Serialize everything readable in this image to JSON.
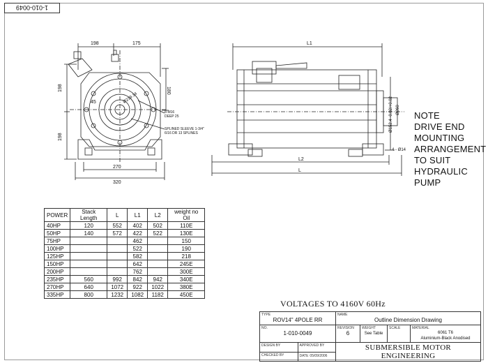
{
  "doc_number_rotated": "1-010-0049",
  "front_view": {
    "dims": {
      "left_width": "198",
      "right_width": "175",
      "height_upper": "198",
      "height_lower": "198",
      "right_height": "180",
      "base_inner": "270",
      "base_outer": "320",
      "shaft_dia": "45",
      "bolt_circle": "Ø219.14"
    },
    "callouts": {
      "tap": "8-M16",
      "depth": "DEEP 25",
      "sleeve": "SPLINED SLEEVE 1-3/4\"",
      "sleeve2": "6/16 DR 13 SPLINES"
    }
  },
  "side_view": {
    "dims": {
      "overall": "L1",
      "mid": "L2",
      "base": "L",
      "flange_small": "Ø152.4 -0.02/+0.02",
      "flange_large": "Ø260",
      "hole": "4 - Ø14"
    }
  },
  "note": [
    "NOTE",
    "DRIVE END",
    "MOUNTING",
    "ARRANGEMENT",
    "TO SUIT",
    "HYDRAULIC",
    "PUMP"
  ],
  "spec_table": {
    "headers": [
      "POWER",
      "Stack Length",
      "L",
      "L1",
      "L2",
      "weight no Oil"
    ],
    "rows": [
      [
        "40HP",
        "120",
        "552",
        "402",
        "502",
        "110E"
      ],
      [
        "50HP",
        "140",
        "572",
        "422",
        "522",
        "130E"
      ],
      [
        "75HP",
        "",
        "",
        "462",
        "",
        "150"
      ],
      [
        "100HP",
        "",
        "",
        "522",
        "",
        "190"
      ],
      [
        "125HP",
        "",
        "",
        "582",
        "",
        "218"
      ],
      [
        "150HP",
        "",
        "",
        "642",
        "",
        "245E"
      ],
      [
        "200HP",
        "",
        "",
        "762",
        "",
        "300E"
      ],
      [
        "235HP",
        "560",
        "992",
        "842",
        "942",
        "340E"
      ],
      [
        "270HP",
        "640",
        "1072",
        "922",
        "1022",
        "380E"
      ],
      [
        "335HP",
        "800",
        "1232",
        "1082",
        "1182",
        "450E"
      ]
    ]
  },
  "voltages": "VOLTAGES TO 4160V 60Hz",
  "title_block": {
    "type_label": "TYPE",
    "type_value": "ROV14\" 4POLE RR",
    "name_label": "NAME",
    "name_value": "Outline Dimension Drawing",
    "no_label": "NO.",
    "no_value": "1-010-0049",
    "revision_label": "REVISION",
    "revision_value": "6",
    "weight_label": "WEIGHT",
    "weight_value": "See Table",
    "scale_label": "SCALE",
    "scale_value": "",
    "material_label": "MATERIAL",
    "material_value_1": "6061 T6",
    "material_value_2": "Aluminium-Black Anodised",
    "designed_label": "DESIGN BY",
    "approved_label": "APPROVED BY",
    "checked_label": "CHECKED BY",
    "date_label": "DATE",
    "date_value": "05/09/2006",
    "company": "SUBMERSIBLE MOTOR ENGINEERING"
  }
}
